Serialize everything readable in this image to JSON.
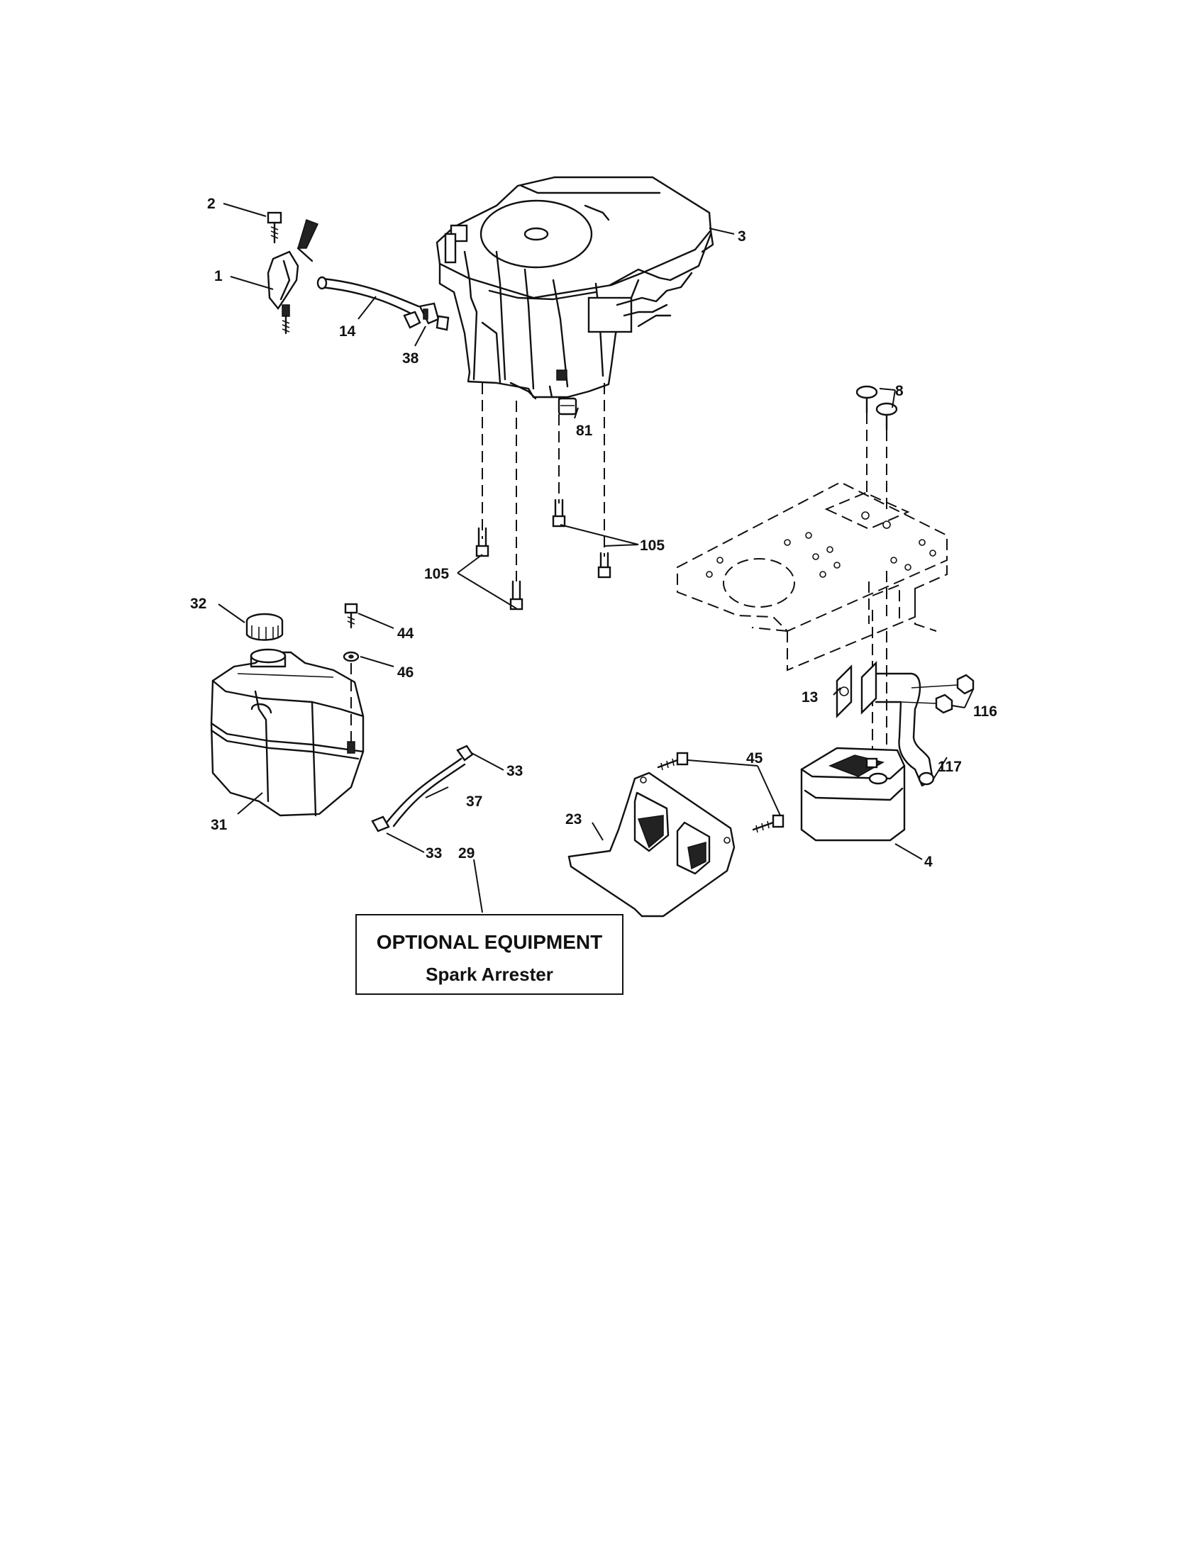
{
  "callouts": {
    "c1": "1",
    "c2": "2",
    "c3": "3",
    "c4": "4",
    "c8": "8",
    "c13": "13",
    "c14": "14",
    "c23": "23",
    "c29": "29",
    "c31": "31",
    "c32": "32",
    "c33a": "33",
    "c33b": "33",
    "c37": "37",
    "c38": "38",
    "c44": "44",
    "c45": "45",
    "c46": "46",
    "c81": "81",
    "c105a": "105",
    "c105b": "105",
    "c116": "116",
    "c117": "117"
  },
  "optional_box": {
    "title": "OPTIONAL EQUIPMENT",
    "subtitle": "Spark Arrester"
  }
}
